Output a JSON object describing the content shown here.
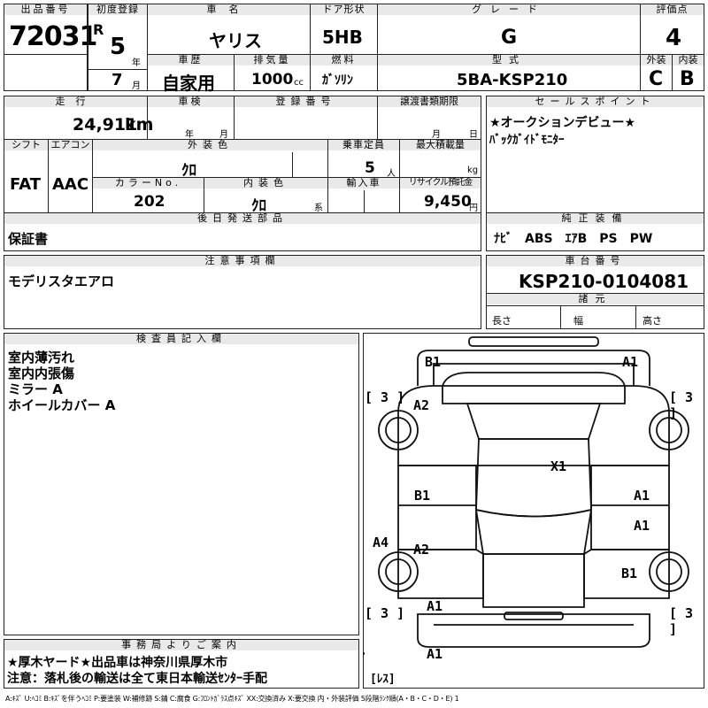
{
  "row1": {
    "lot_header": "出品番号",
    "lot": "72031",
    "reg_header": "初度登録",
    "era": "R",
    "year": "5",
    "year_unit": "年",
    "month": "7",
    "month_unit": "月",
    "name_header": "車名",
    "name": "ヤリス",
    "door_header": "ドア形状",
    "door": "5HB",
    "grade_header": "グレード",
    "grade": "G",
    "score_header": "評価点",
    "score": "4",
    "hist_header": "車歴",
    "history": "自家用",
    "disp_header": "排気量",
    "displacement": "1000",
    "disp_unit": "cc",
    "fuel_header": "燃料",
    "fuel": "ｶﾞｿﾘﾝ",
    "model_header": "型式",
    "model": "5BA-KSP210",
    "ext_header": "外装",
    "ext_grade": "C",
    "int_header": "内装",
    "int_grade": "B"
  },
  "row2": {
    "mileage_header": "走行",
    "mileage": "24,911",
    "mileage_unit": "km",
    "inspect_header": "車検",
    "inspect_year_unit": "年",
    "inspect_month_unit": "月",
    "regno_header": "登録番号",
    "transfer_header": "譲渡書類期限",
    "transfer_month_unit": "月",
    "transfer_day_unit": "日",
    "shift_header": "シフト",
    "shift": "FAT",
    "ac_header": "エアコン",
    "ac": "AAC",
    "color_header": "外装色",
    "color": "ｸﾛ",
    "capacity_header": "乗車定員",
    "capacity": "5",
    "capacity_unit": "人",
    "load_header": "最大積載量",
    "load_unit": "kg",
    "colorno_header": "カラーNo.",
    "colorno": "202",
    "intcolor_header": "内装色",
    "intcolor": "ｸﾛ",
    "intcolor_unit": "系",
    "import_header": "輸入車",
    "recycle_header": "リサイクル預託金",
    "recycle": "9,450",
    "recycle_unit": "円"
  },
  "sales": {
    "header": "セールスポイント",
    "lines": [
      "★オークションデビュー★",
      "ﾊﾞｯｸｶﾞｲﾄﾞﾓﾆﾀｰ"
    ]
  },
  "later_parts": {
    "header": "後日発送部品",
    "value": "保証書"
  },
  "equipment": {
    "header": "純正装備",
    "value": "ﾅﾋﾞ　ABS　ｴｱB　PS　PW"
  },
  "notes": {
    "header": "注意事項欄",
    "value": "モデリスタエアロ"
  },
  "chassis": {
    "header": "車台番号",
    "value": "KSP210-0104081",
    "dims_header": "諸元",
    "length": "長さ",
    "width": "幅",
    "height": "高さ"
  },
  "inspector": {
    "header": "検査員記入欄",
    "lines": [
      "室内薄汚れ",
      "室内内張傷",
      "ミラー A",
      "ホイールカバー A"
    ]
  },
  "office": {
    "header": "事務局よりご案内",
    "lines": [
      "★厚木ヤード★出品車は神奈川県厚木市",
      "注意：落札後の輸送は全て東日本輸送ｾﾝﾀｰ手配"
    ]
  },
  "diagram": {
    "marks": {
      "b1_top": "B1",
      "a1_top": "A1",
      "a2_left": "A2",
      "x1": "X1",
      "b1_left": "B1",
      "a1_right_1": "A1",
      "a1_right_2": "A1",
      "a4": "A4",
      "a2_low": "A2",
      "b1_right": "B1",
      "a1_bottom_left": "A1",
      "a1_rear": "A1"
    },
    "tires": {
      "fl": "[ 3 ]",
      "fr": "[ 3 ]",
      "rl": "[ 3 ]",
      "rr": "[ 3 ]",
      "spare": "[ﾚｽ]"
    }
  },
  "legend": "A:ｷｽﾞ U:ﾍｺﾐ B:ｷｽﾞを伴うﾍｺﾐ P:要塗装 W:補修跡 S:錆 C:腐食 G:ﾌﾛﾝﾄｶﾞﾗｽ点ｷｽﾞ XX:交換済み X:要交換 内・外装評価 5段階ﾗﾝｸ順(A・B・C・D・E) 1"
}
